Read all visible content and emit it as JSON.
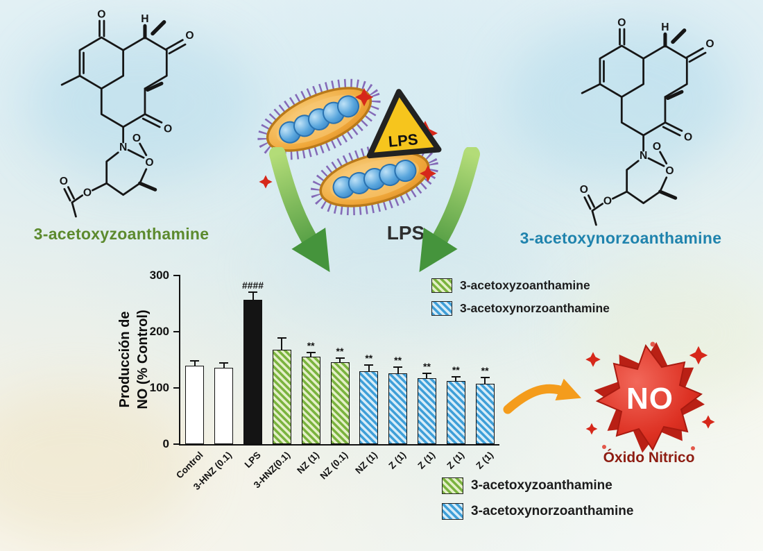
{
  "molecules": {
    "left": {
      "label": "3-acetoxyzoanthamine",
      "atom_labels": [
        "O",
        "H",
        "N"
      ],
      "accent": "#5c8a2e"
    },
    "right": {
      "label": "3-acetoxynorzoanthamine",
      "atom_labels": [
        "O",
        "H",
        "N"
      ],
      "accent": "#1f83ad"
    }
  },
  "center": {
    "caption": "LPS",
    "warning_triangle_label": "LPS"
  },
  "chart_data": {
    "type": "bar",
    "ylabel_line1": "Producción de",
    "ylabel_line2": "NO  (% Control)",
    "ylim": [
      0,
      300
    ],
    "yticks": [
      0,
      100,
      200,
      300
    ],
    "categories": [
      "Control",
      "3-HNZ (0.1)",
      "LPS",
      "3-HNZ(0.1)",
      "NZ (1)",
      "NZ (0.1)",
      "NZ (1)",
      "Z (1)",
      "Z (1)",
      "Z (1)",
      "Z (1)"
    ],
    "values": [
      140,
      136,
      257,
      168,
      156,
      146,
      130,
      126,
      117,
      112,
      108
    ],
    "errors": [
      7,
      7,
      12,
      20,
      6,
      6,
      10,
      10,
      8,
      7,
      9
    ],
    "bar_styles": [
      "white",
      "white",
      "black",
      "green",
      "green",
      "green",
      "blue",
      "blue",
      "blue",
      "blue",
      "blue"
    ],
    "annotations": [
      "",
      "",
      "####",
      "",
      "**",
      "**",
      "**",
      "**",
      "**",
      "**",
      "**"
    ],
    "legend": [
      {
        "label": "3-acetoxyzoanthamine",
        "style": "green"
      },
      {
        "label": "3-acetoxynorzoanthamine",
        "style": "blue"
      }
    ],
    "colors": {
      "green": "#7ab33e",
      "blue": "#3f9fd8",
      "black": "#141414",
      "white": "#ffffff"
    }
  },
  "no_burst": {
    "label": "NO",
    "caption": "Óxido Nitrico"
  },
  "bottom_legend": [
    {
      "label": "3-acetoxyzoanthamine",
      "style": "green"
    },
    {
      "label": "3-acetoxynorzoanthamine",
      "style": "blue"
    }
  ]
}
